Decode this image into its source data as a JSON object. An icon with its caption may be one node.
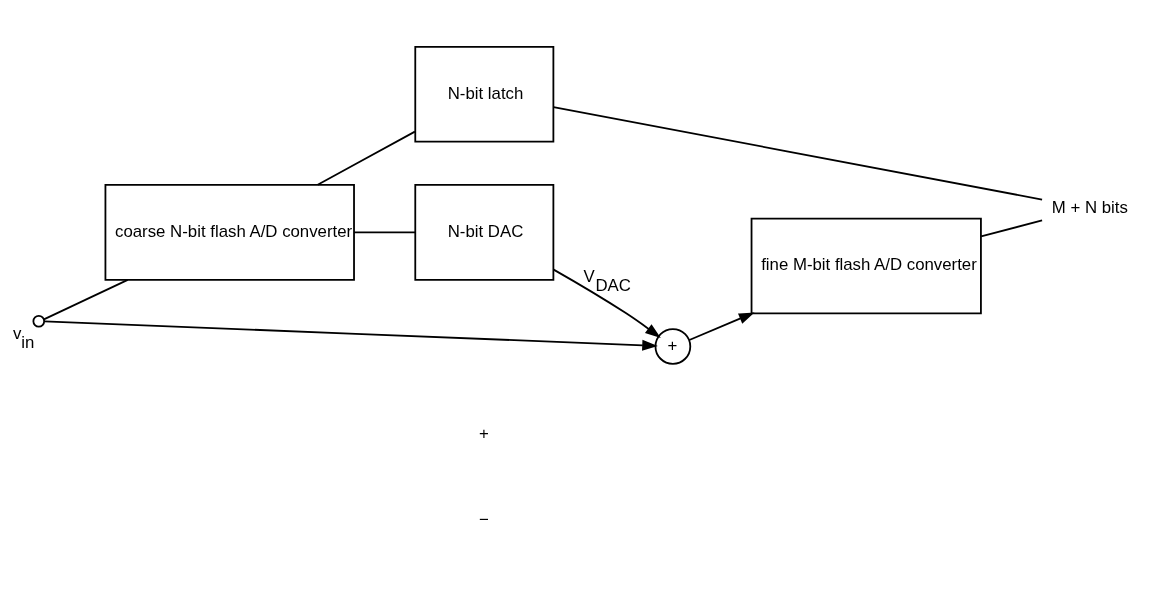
{
  "diagram": {
    "nodes": [
      {
        "text": [],
        "shape": "circle",
        "beside": [
          "v$_{in}$"
        ]
      },
      {
        "text": [
          "coarse N-bit flash A/D converter"
        ]
      },
      {
        "text": [
          "N-bit DAC"
        ]
      },
      {
        "text": [
          "+"
        ]
      },
      {
        "text": [
          "fine M-bit flash A/D converter"
        ]
      },
      {
        "text": [
          "N-bit latch"
        ]
      },
      {
        "text": [
          "M + N bits"
        ]
      }
    ],
    "edges": [
      {
        "from": 0,
        "to": 1,
        "arrow": "none"
      },
      {
        "from": 0,
        "to": 3,
        "arrow": "to"
      },
      {
        "from": 1,
        "to": 2,
        "arrow": "none"
      },
      {
        "from": 1,
        "to": 5,
        "arrow": "none"
      },
      {
        "from": 2,
        "to": 3,
        "arrow": "to",
        "label": "V$_{DAC}$"
      },
      {
        "from": 3,
        "to": 4,
        "arrow": "to"
      },
      {
        "from": 5,
        "to": 6,
        "arrow": "none"
      },
      {
        "from": 4,
        "to": 6,
        "arrow": "none"
      }
    ],
    "labels": [
      "+",
      "−"
    ]
  }
}
